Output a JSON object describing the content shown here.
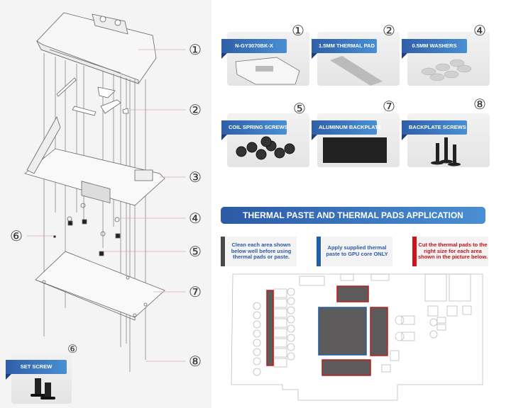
{
  "callouts": [
    "①",
    "②",
    "③",
    "④",
    "⑤",
    "⑥",
    "⑦",
    "⑧"
  ],
  "parts": [
    {
      "number": "①",
      "label": "N-GY3070BK-X",
      "image": "water-block"
    },
    {
      "number": "②",
      "label": "1.5MM THERMAL PAD",
      "image": "thermal-pad"
    },
    {
      "number": "④",
      "label": "0.5MM WASHERS",
      "image": "washers"
    },
    {
      "number": "⑤",
      "label": "COIL SPRING SCREWS",
      "image": "coil-spring-screws"
    },
    {
      "number": "⑦",
      "label": "ALUMINUM BACKPLATE",
      "image": "backplate"
    },
    {
      "number": "⑧",
      "label": "BACKPLATE SCREWS",
      "image": "backplate-screws"
    }
  ],
  "set_screw": {
    "number": "⑥",
    "label": "SET SCREW"
  },
  "application": {
    "title": "THERMAL PASTE AND THERMAL PADS APPLICATION",
    "notes": [
      {
        "text": "Clean each area shown below well before using thermal pads or paste.",
        "color": "#4a4a4a",
        "text_color": "#2b5aa6"
      },
      {
        "text": "Apply supplied thermal paste to GPU core ONLY",
        "color": "#1f5fa8",
        "text_color": "#2b5aa6"
      },
      {
        "text": "Cut the thermal pads to the right size for each area shown in the picture below.",
        "color": "#d0101a",
        "text_color": "#c0101a"
      }
    ]
  },
  "colors": {
    "brand_blue": "#2b5aa6",
    "pad_red": "#c41a1a",
    "core_blue": "#1f5fa8",
    "pad_fill": "#5e5b5c",
    "leader_pink": "#d8a6c8"
  }
}
